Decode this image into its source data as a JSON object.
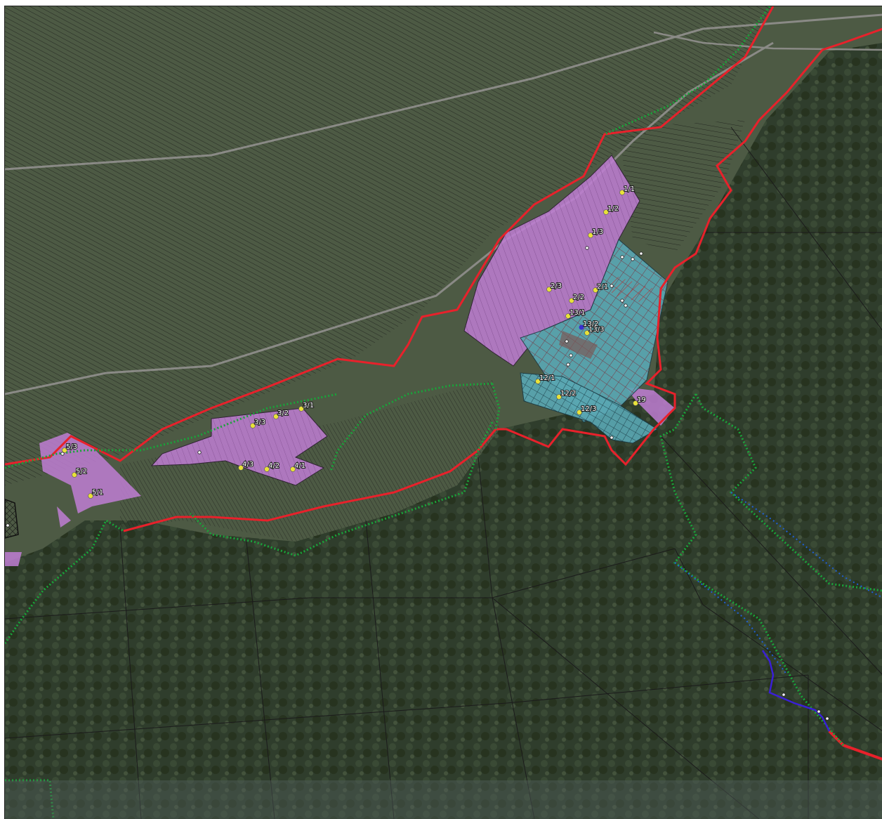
{
  "map": {
    "colors": {
      "aerial_base": "#3c4a33",
      "forest": "#2c3a2a",
      "farmland": "#4a5540",
      "parcel_line": "#111111",
      "boundary_red": "#e8212b",
      "boundary_green": "#1aa33a",
      "boundary_blue": "#1f5fd6",
      "river_blue": "#3a1fd6",
      "zone_purple": "#c07ed4",
      "zone_cyan": "#5aa8b4",
      "hatch_red": "#c43030",
      "marker_yellow": "#e8e23a"
    },
    "plot_labels": [
      {
        "id": "l-1-1",
        "text": "1/1"
      },
      {
        "id": "l-1-2",
        "text": "1/2"
      },
      {
        "id": "l-1-3",
        "text": "1/3"
      },
      {
        "id": "l-2-1",
        "text": "2/1"
      },
      {
        "id": "l-2-2",
        "text": "2/2"
      },
      {
        "id": "l-2-3",
        "text": "2/3"
      },
      {
        "id": "l-13-1",
        "text": "13/1"
      },
      {
        "id": "l-13-2",
        "text": "13/2"
      },
      {
        "id": "l-13-3",
        "text": "13/3"
      },
      {
        "id": "l-12-1",
        "text": "12/1"
      },
      {
        "id": "l-12-2",
        "text": "12/2"
      },
      {
        "id": "l-12-3",
        "text": "12/3"
      },
      {
        "id": "l-19",
        "text": "19"
      },
      {
        "id": "l-3-1",
        "text": "3/1"
      },
      {
        "id": "l-3-2",
        "text": "3/2"
      },
      {
        "id": "l-3-3",
        "text": "3/3"
      },
      {
        "id": "l-4-1",
        "text": "4/1"
      },
      {
        "id": "l-4-2",
        "text": "4/2"
      },
      {
        "id": "l-4-3",
        "text": "4/3"
      },
      {
        "id": "l-5-1",
        "text": "5/1"
      },
      {
        "id": "l-5-2",
        "text": "5/2"
      },
      {
        "id": "l-5-3",
        "text": "5/3"
      }
    ]
  }
}
